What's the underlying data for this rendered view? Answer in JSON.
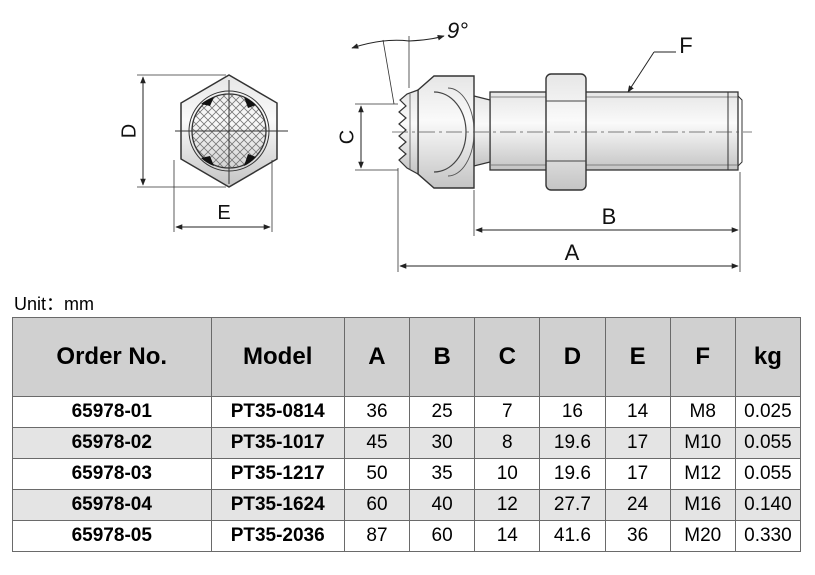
{
  "diagram": {
    "angle_label": "9°",
    "dimension_labels": {
      "D": "D",
      "E": "E",
      "C": "C",
      "A": "A",
      "B": "B",
      "F": "F"
    }
  },
  "unit_label": "Unit：mm",
  "table": {
    "headers": [
      "Order No.",
      "Model",
      "A",
      "B",
      "C",
      "D",
      "E",
      "F",
      "kg"
    ],
    "rows": [
      [
        "65978-01",
        "PT35-0814",
        "36",
        "25",
        "7",
        "16",
        "14",
        "M8",
        "0.025"
      ],
      [
        "65978-02",
        "PT35-1017",
        "45",
        "30",
        "8",
        "19.6",
        "17",
        "M10",
        "0.055"
      ],
      [
        "65978-03",
        "PT35-1217",
        "50",
        "35",
        "10",
        "19.6",
        "17",
        "M12",
        "0.055"
      ],
      [
        "65978-04",
        "PT35-1624",
        "60",
        "40",
        "12",
        "27.7",
        "24",
        "M16",
        "0.140"
      ],
      [
        "65978-05",
        "PT35-2036",
        "87",
        "60",
        "14",
        "41.6",
        "36",
        "M20",
        "0.330"
      ]
    ]
  }
}
